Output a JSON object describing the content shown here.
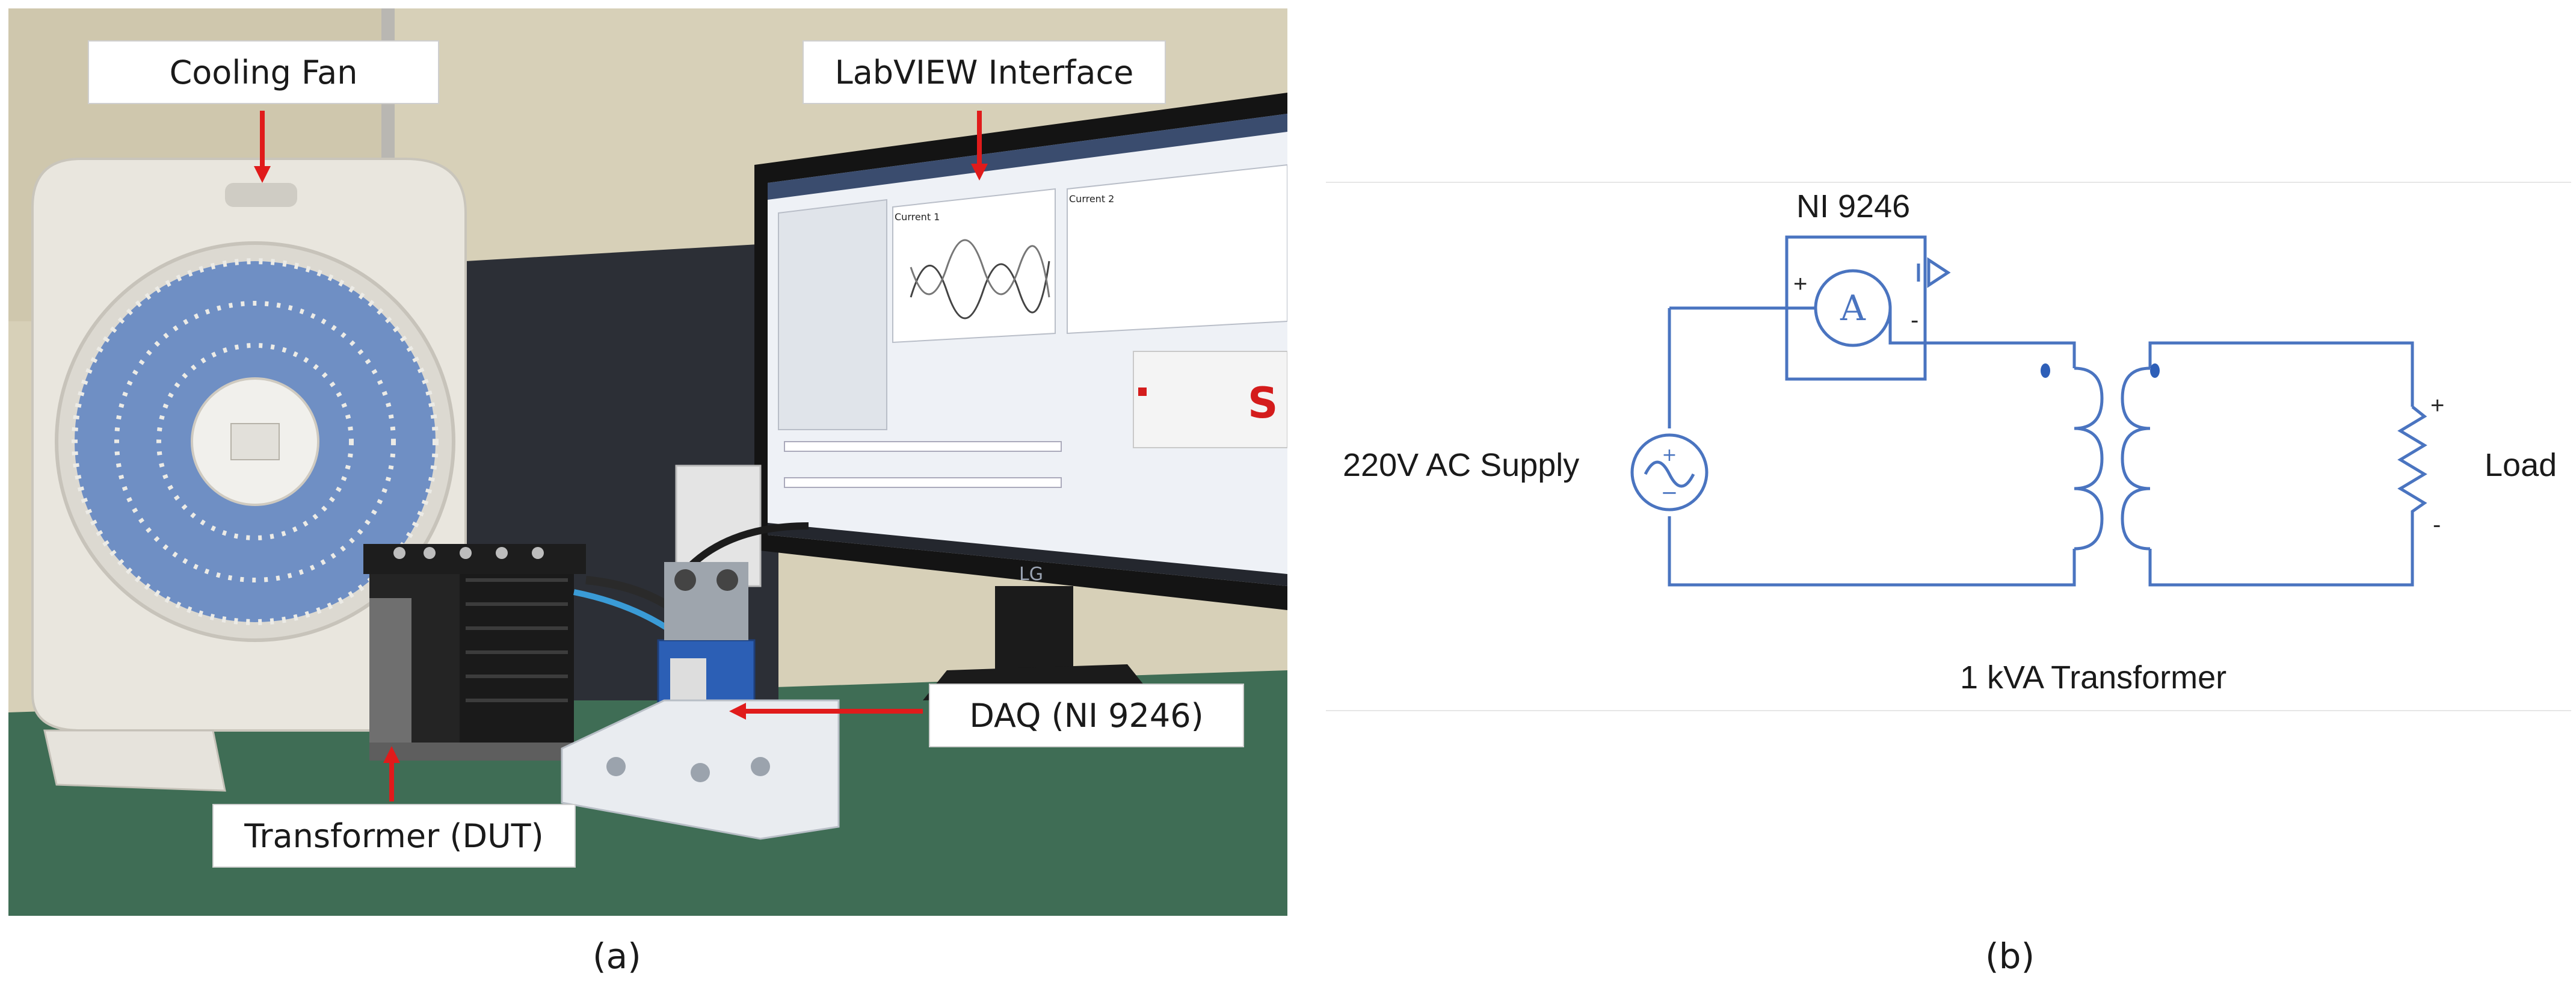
{
  "panel_a": {
    "caption": "(a)",
    "callouts": {
      "cooling_fan": "Cooling Fan",
      "labview": "LabVIEW Interface",
      "daq": "DAQ (NI 9246)",
      "transformer": "Transformer (DUT)"
    },
    "screen": {
      "chart1_title": "Current 1",
      "chart2_title": "Current 2",
      "monitor_brand": "LG"
    },
    "colors": {
      "arrow": "#e01b1b",
      "table": "#3e6b52",
      "wall": "#d9d2bb"
    }
  },
  "panel_b": {
    "caption": "(b)",
    "labels": {
      "meter_module": "NI 9246",
      "ammeter_symbol": "A",
      "supply": "220V AC Supply",
      "load": "Load",
      "transformer": "1 kVA Transformer"
    },
    "polarity": {
      "meter_plus": "+",
      "meter_minus": "-",
      "load_plus": "+",
      "load_minus": "-"
    },
    "colors": {
      "wire": "#4a74c0",
      "dot": "#2e5fb8"
    }
  }
}
